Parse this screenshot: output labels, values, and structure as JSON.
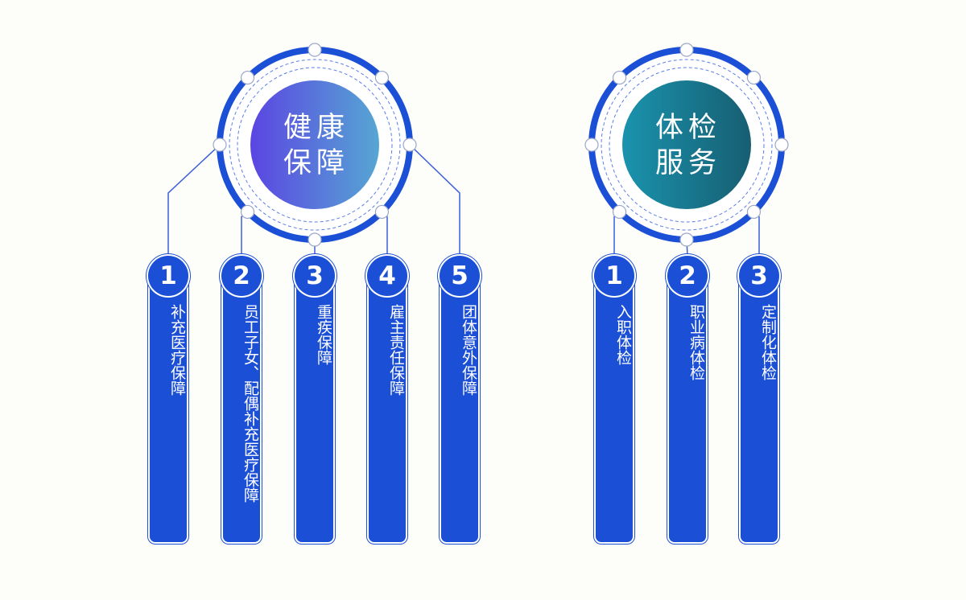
{
  "colors": {
    "primary": "#1b4fd6",
    "background": "#fdfdf9",
    "line": "#3a5fd8",
    "dashed": "#5b7fe6"
  },
  "groups": [
    {
      "id": "health",
      "title_line1": "健康",
      "title_line2": "保障",
      "gradient": [
        "#5b45e2",
        "#56a6d3"
      ],
      "items": [
        {
          "number": "1",
          "label": "补充医疗保障"
        },
        {
          "number": "2",
          "label": "员工子女、配偶补充医疗保障"
        },
        {
          "number": "3",
          "label": "重疾保障"
        },
        {
          "number": "4",
          "label": "雇主责任保障"
        },
        {
          "number": "5",
          "label": "团体意外保障"
        }
      ]
    },
    {
      "id": "checkup",
      "title_line1": "体检",
      "title_line2": "服务",
      "gradient": [
        "#1a93ad",
        "#175e72"
      ],
      "items": [
        {
          "number": "1",
          "label": "入职体检"
        },
        {
          "number": "2",
          "label": "职业病体检"
        },
        {
          "number": "3",
          "label": "定制化体检"
        }
      ]
    }
  ]
}
